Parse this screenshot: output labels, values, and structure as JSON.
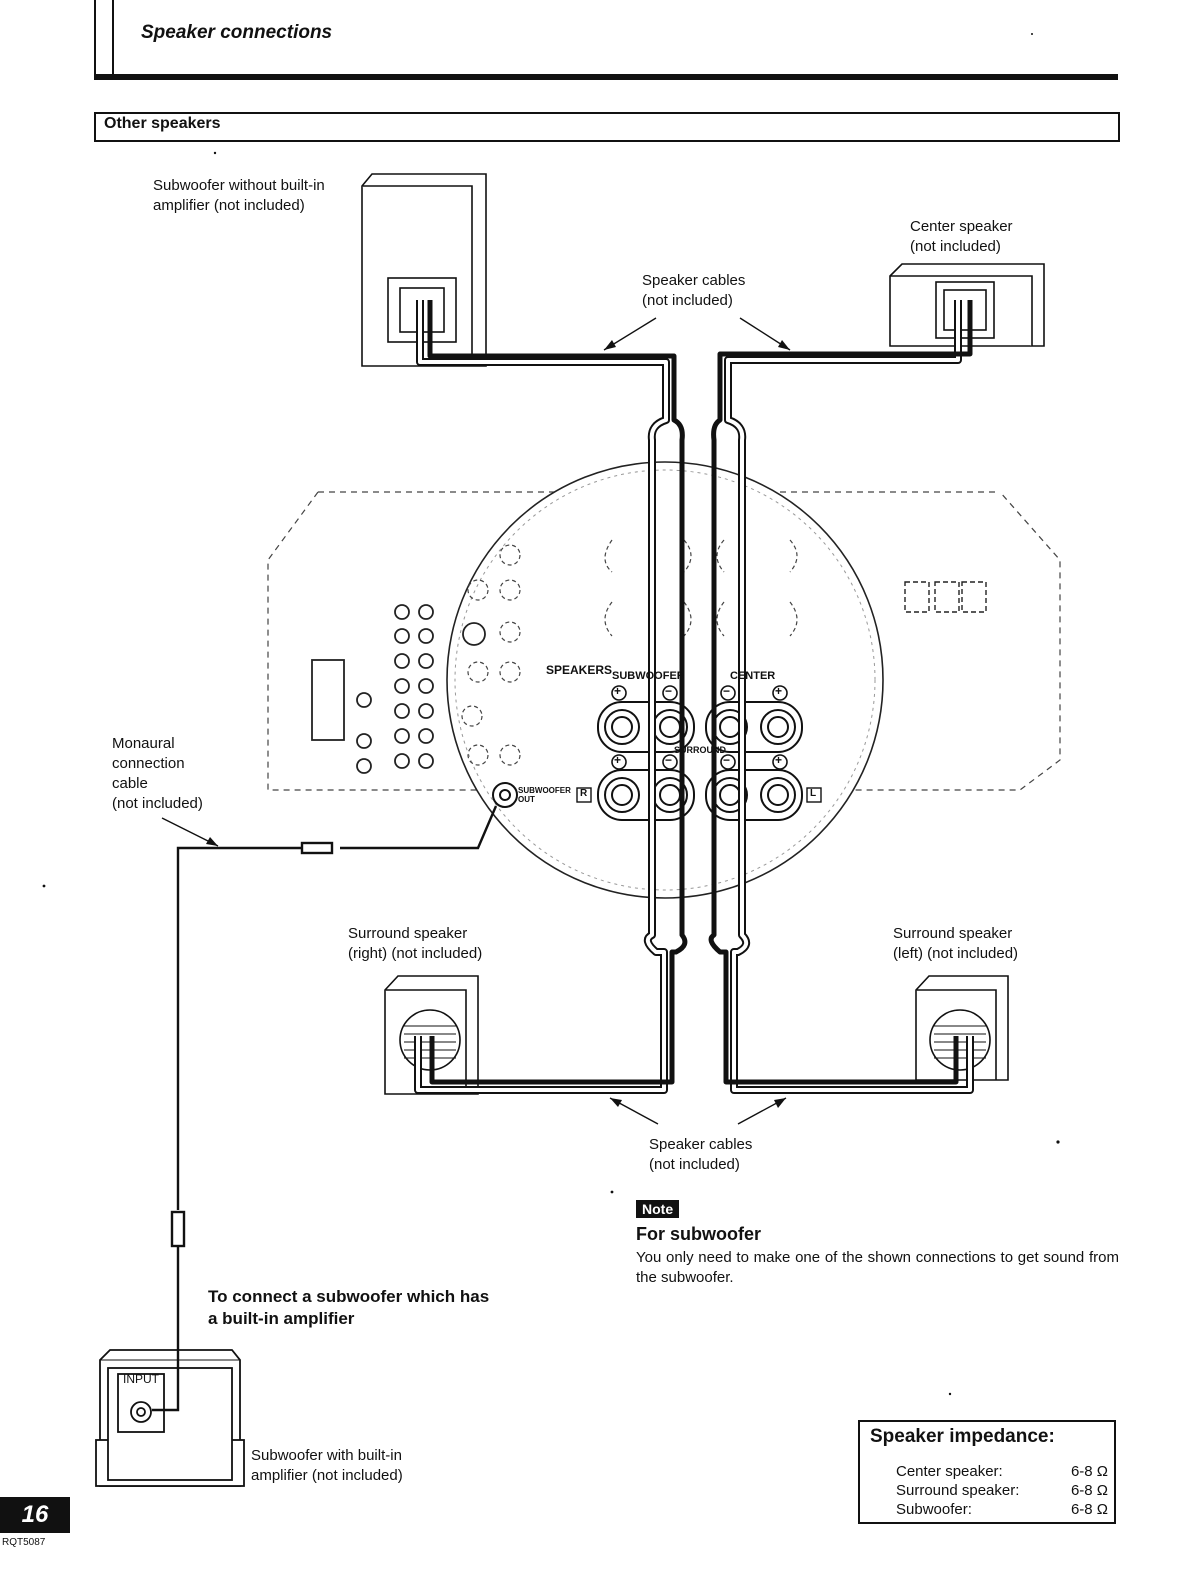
{
  "header": {
    "title": "Speaker connections"
  },
  "section": {
    "title": "Other speakers"
  },
  "labels": {
    "sub_no_amp_1": "Subwoofer without built-in",
    "sub_no_amp_2": "amplifier (not included)",
    "center_1": "Center speaker",
    "center_2": "(not included)",
    "cables_top_1": "Speaker cables",
    "cables_top_2": "(not included)",
    "mono_1": "Monaural",
    "mono_2": "connection",
    "mono_3": "cable",
    "mono_4": "(not included)",
    "surr_r_1": "Surround speaker",
    "surr_r_2": "(right) (not included)",
    "surr_l_1": "Surround speaker",
    "surr_l_2": "(left) (not included)",
    "cables_bot_1": "Speaker cables",
    "cables_bot_2": "(not included)",
    "sub_amp_1": "Subwoofer with built-in",
    "sub_amp_2": "amplifier (not included)",
    "connect_1": "To connect a subwoofer which has",
    "connect_2": "a built-in amplifier"
  },
  "panel": {
    "speakers": "SPEAKERS",
    "subwoofer": "SUBWOOFER",
    "center": "CENTER",
    "surround": "SURROUND",
    "subwoofer_out_1": "SUBWOOFER",
    "subwoofer_out_2": "OUT",
    "r": "R",
    "l": "L",
    "input": "INPUT",
    "plus": "+",
    "minus": "−"
  },
  "note": {
    "badge": "Note",
    "title": "For subwoofer",
    "body": "You only need to make one of the shown connections to get sound from the subwoofer."
  },
  "impedance": {
    "title": "Speaker impedance:",
    "rows": [
      {
        "label": "Center speaker:",
        "value": "6-8 Ω"
      },
      {
        "label": "Surround speaker:",
        "value": "6-8 Ω"
      },
      {
        "label": "Subwoofer:",
        "value": "6-8 Ω"
      }
    ]
  },
  "footer": {
    "page": "16",
    "code": "RQT5087"
  }
}
